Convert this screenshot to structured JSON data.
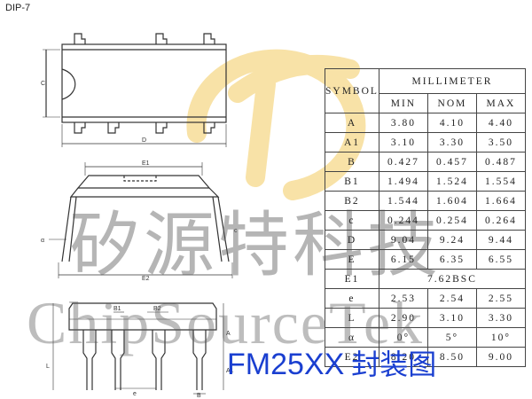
{
  "package_label": "DIP-7",
  "title": {
    "part": "FM25XX",
    "suffix": "封装图"
  },
  "watermark": {
    "chinese": "矽源特科技",
    "english": "ChipSourceTek"
  },
  "drawing_labels": {
    "top_length": "D",
    "top_width": "C",
    "side_body_width": "E1",
    "side_lead_span": "E2",
    "side_angle": "α",
    "side_thickness": "c",
    "front_b1": "B1",
    "front_b2": "B2",
    "front_e": "e",
    "front_b": "B",
    "front_a": "A",
    "front_a1": "A1",
    "front_l": "L"
  },
  "table": {
    "symbol_header": "SYMBOL",
    "unit_header": "MILLIMETER",
    "columns": [
      "MIN",
      "NOM",
      "MAX"
    ],
    "rows": [
      {
        "symbol": "A",
        "min": "3.80",
        "nom": "4.10",
        "max": "4.40"
      },
      {
        "symbol": "A1",
        "min": "3.10",
        "nom": "3.30",
        "max": "3.50"
      },
      {
        "symbol": "B",
        "min": "0.427",
        "nom": "0.457",
        "max": "0.487"
      },
      {
        "symbol": "B1",
        "min": "1.494",
        "nom": "1.524",
        "max": "1.554"
      },
      {
        "symbol": "B2",
        "min": "1.544",
        "nom": "1.604",
        "max": "1.664"
      },
      {
        "symbol": "c",
        "min": "0.244",
        "nom": "0.254",
        "max": "0.264"
      },
      {
        "symbol": "D",
        "min": "9.04",
        "nom": "9.24",
        "max": "9.44"
      },
      {
        "symbol": "E",
        "min": "6.15",
        "nom": "6.35",
        "max": "6.55"
      },
      {
        "symbol": "E1",
        "merged": "7.62BSC"
      },
      {
        "symbol": "e",
        "min": "2.53",
        "nom": "2.54",
        "max": "2.55"
      },
      {
        "symbol": "L",
        "min": "2.90",
        "nom": "3.10",
        "max": "3.30"
      },
      {
        "symbol": "α",
        "min": "0°",
        "nom": "5°",
        "max": "10°"
      },
      {
        "symbol": "E2",
        "min": "8.20",
        "nom": "8.50",
        "max": "9.00"
      }
    ]
  }
}
